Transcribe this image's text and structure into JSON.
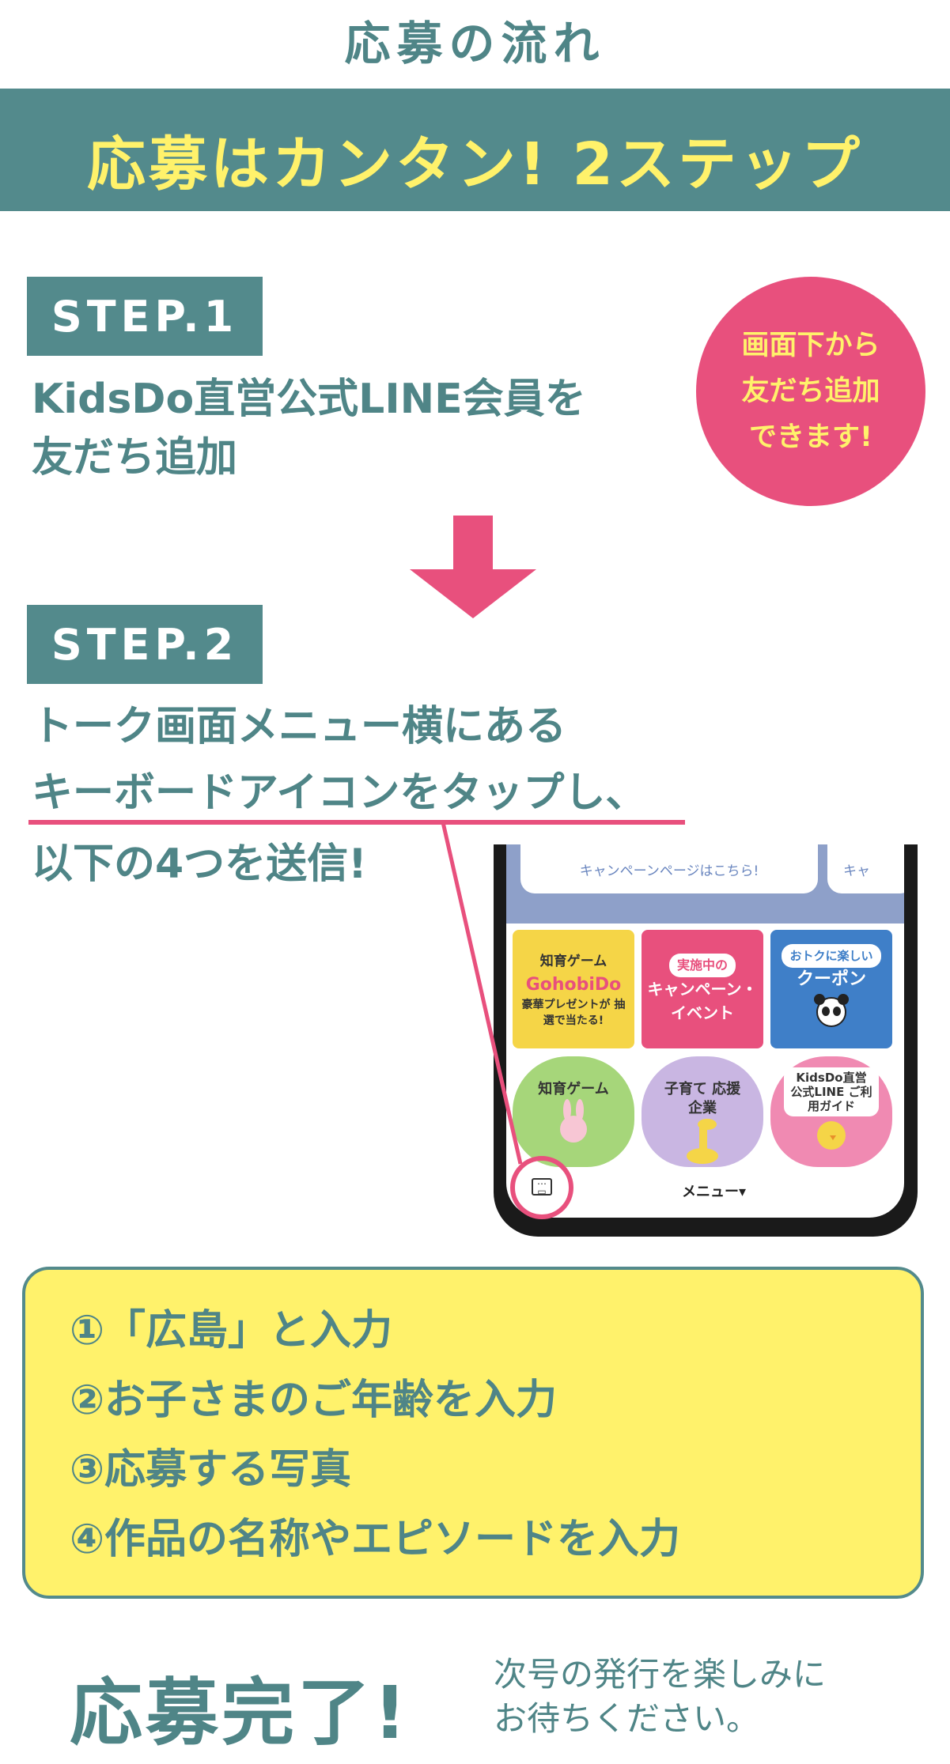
{
  "header": {
    "title": "応募の流れ",
    "banner": "応募はカンタン! 2ステップ"
  },
  "step1": {
    "badge": "STEP.1",
    "line1": "KidsDo直営公式LINE会員を",
    "line2": "友だち追加",
    "bubble": [
      "画面下から",
      "友だち追加",
      "できます!"
    ]
  },
  "step2": {
    "badge": "STEP.2",
    "line1": "トーク画面メニュー横にある",
    "line2": "キーボードアイコンをタップし、",
    "line3": "以下の4つを送信!"
  },
  "phone": {
    "tab_label": "キャンペーンページはこちら!",
    "tab_label_partial": "キャ",
    "tiles": [
      {
        "top": "知育ゲーム",
        "middle": "GohobiDo",
        "bottom": "豪華プレゼントが 抽選で当たる!",
        "color": "#f5d547"
      },
      {
        "top": "実施中の",
        "middle": "キャンペーン・",
        "bottom": "イベント",
        "color": "#e8507d"
      },
      {
        "top": "おトクに楽しい",
        "middle": "クーポン",
        "bottom": "",
        "color": "#3f7fc8"
      }
    ],
    "blobs": [
      {
        "label": "知育ゲーム",
        "color": "#a6d67a"
      },
      {
        "label": "子育て 応援企業",
        "color": "#c9b6e2"
      },
      {
        "label": "KidsDo直営 公式LINE ご利用ガイド",
        "color": "#f08ab2"
      }
    ],
    "menu_label": "メニュー▾",
    "keyboard_icon": "keyboard-icon"
  },
  "items": [
    "①「広島」と入力",
    "②お子さまのご年齢を入力",
    "③応募する写真",
    "④作品の名称やエピソードを入力"
  ],
  "footer": {
    "complete": "応募完了!",
    "message_line1": "次号の発行を楽しみに",
    "message_line2": "お待ちください。"
  },
  "colors": {
    "teal": "#538a8c",
    "yellow": "#fff26b",
    "pink": "#e8507d"
  }
}
